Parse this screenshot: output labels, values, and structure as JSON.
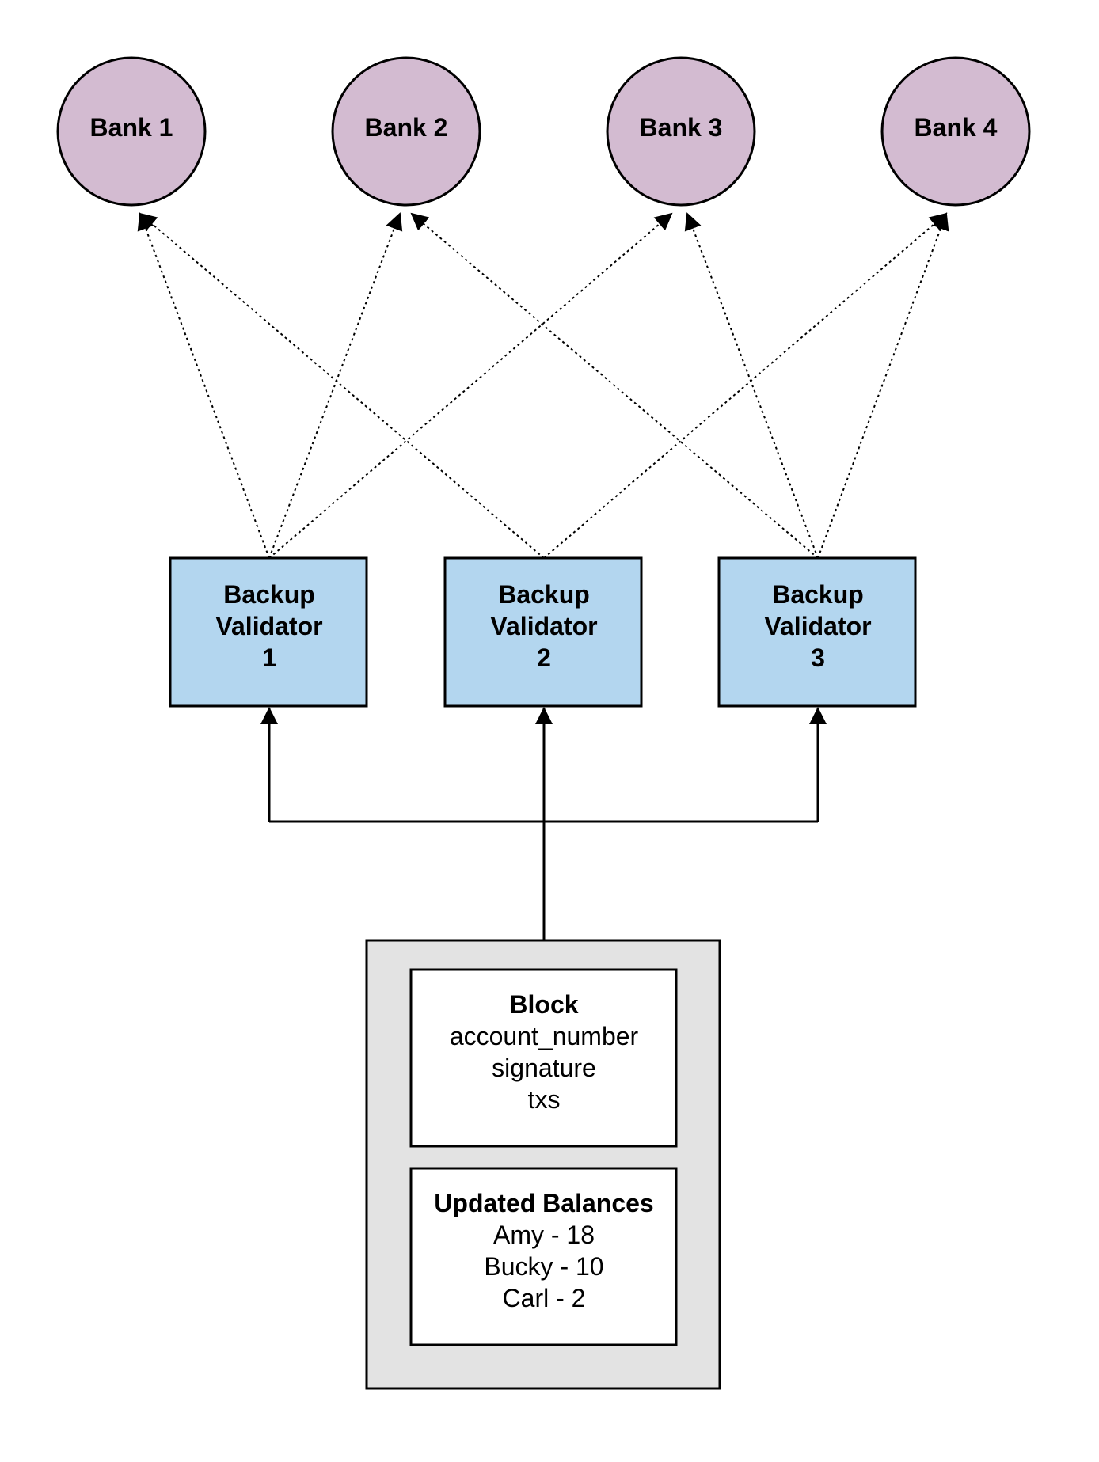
{
  "colors": {
    "bank_fill": "#d3bbd1",
    "validator_fill": "#b3d6ef",
    "container_fill": "#e3e3e3",
    "inner_fill": "#ffffff",
    "stroke": "#000000"
  },
  "banks": [
    {
      "label": "Bank 1"
    },
    {
      "label": "Bank 2"
    },
    {
      "label": "Bank 3"
    },
    {
      "label": "Bank 4"
    }
  ],
  "validators": [
    {
      "lines": [
        "Backup",
        "Validator",
        "1"
      ]
    },
    {
      "lines": [
        "Backup",
        "Validator",
        "2"
      ]
    },
    {
      "lines": [
        "Backup",
        "Validator",
        "3"
      ]
    }
  ],
  "block": {
    "title": "Block",
    "fields": [
      "account_number",
      "signature",
      "txs"
    ]
  },
  "balances": {
    "title": "Updated Balances",
    "entries": [
      "Amy - 18",
      "Bucky - 10",
      "Carl - 2"
    ]
  }
}
